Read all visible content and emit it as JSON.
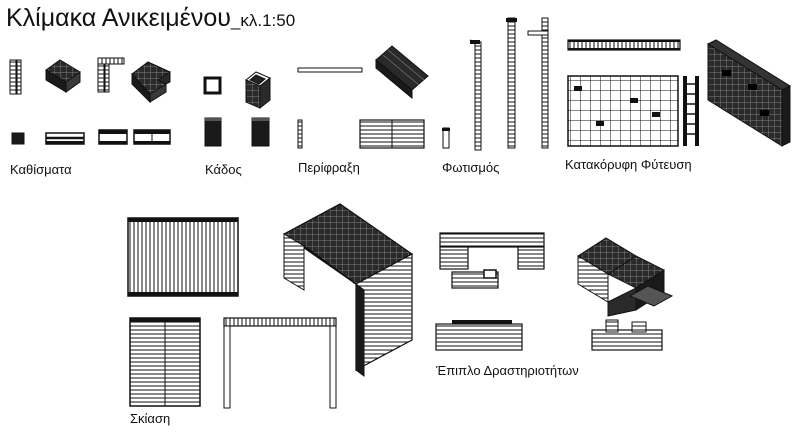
{
  "title": {
    "main": "Κλίμακα Ανικειμένου",
    "scale": "_κλ.1:50"
  },
  "categories": {
    "seating": "Καθίσματα",
    "bin": "Κάδος",
    "fencing": "Περίφραξη",
    "lighting": "Φωτισμός",
    "vertical_planting": "Κατακόρυφη Φύτευση",
    "shading": "Σκίαση",
    "activity_furniture": "Έπιπλο Δραστηριοτήτων"
  },
  "colors": {
    "ink": "#111111",
    "fill": "#1a1a1a",
    "panel": "#ffffff",
    "background": "#ffffff"
  }
}
